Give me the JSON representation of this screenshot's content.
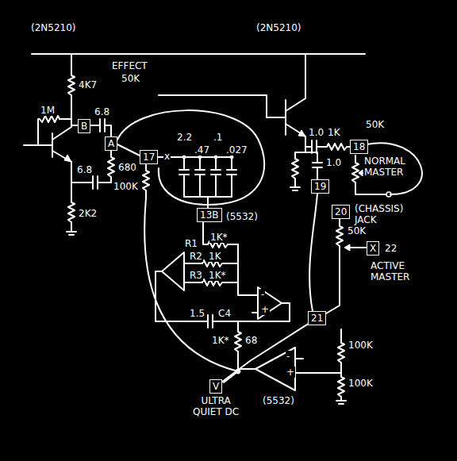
{
  "diagram": {
    "nodes": [
      {
        "text": [
          "B"
        ]
      },
      {
        "text": [
          "A"
        ]
      },
      {
        "text": [
          "17"
        ]
      },
      {
        "text": [
          "13B"
        ]
      },
      {
        "text": [
          "18"
        ]
      },
      {
        "text": [
          "19"
        ]
      },
      {
        "text": [
          "20"
        ]
      },
      {
        "text": [
          "X"
        ]
      },
      {
        "text": [
          "21"
        ]
      },
      {
        "text": [
          "V",
          "ULTRA QUIET DC"
        ]
      }
    ],
    "edges": [
      {
        "from": 8,
        "to": 9,
        "arrow": "none"
      }
    ],
    "labels": [
      "(2N5210)",
      "(2N5210)",
      "EFFECT",
      "50K",
      "4K7",
      "1M",
      "6.8",
      "680",
      "6.8",
      "2K2",
      "x",
      "2.2",
      ".47",
      ".1",
      ".027",
      "100K",
      "(5532)",
      "R1",
      "1K*",
      "R2",
      "1K",
      "R3",
      "1K*",
      "-",
      "+",
      "1.5",
      "C4",
      "1K*",
      "68",
      "(5532)",
      "-",
      "+",
      "100K",
      "100K",
      "1.0",
      "1K",
      "50K",
      "NORMAL MASTER",
      "1.0",
      "(CHASSIS) JACK",
      "50K",
      "22",
      "ACTIVE MASTER"
    ]
  }
}
